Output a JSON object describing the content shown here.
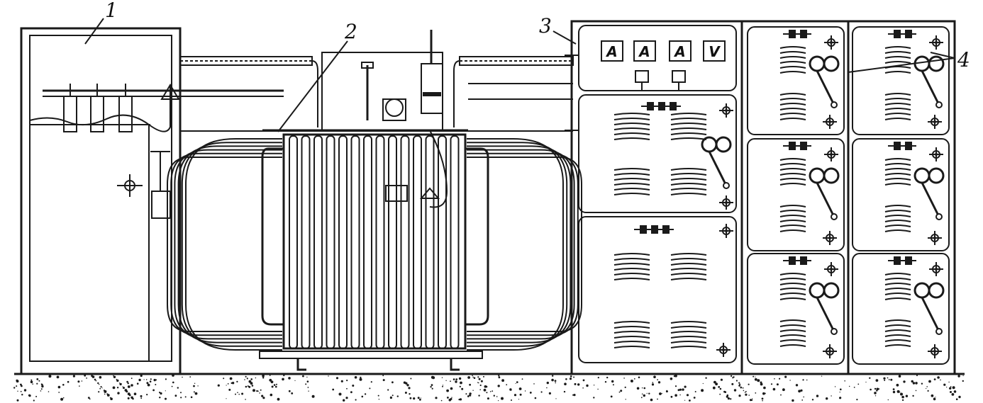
{
  "callouts": [
    {
      "id": "label-1",
      "text": "1"
    },
    {
      "id": "label-2",
      "text": "2"
    },
    {
      "id": "label-3",
      "text": "3"
    },
    {
      "id": "label-4",
      "text": "4"
    }
  ],
  "meters": [
    "A",
    "A",
    "A",
    "V"
  ],
  "colors": {
    "ink": "#1a1a1a",
    "paper": "#ffffff"
  }
}
